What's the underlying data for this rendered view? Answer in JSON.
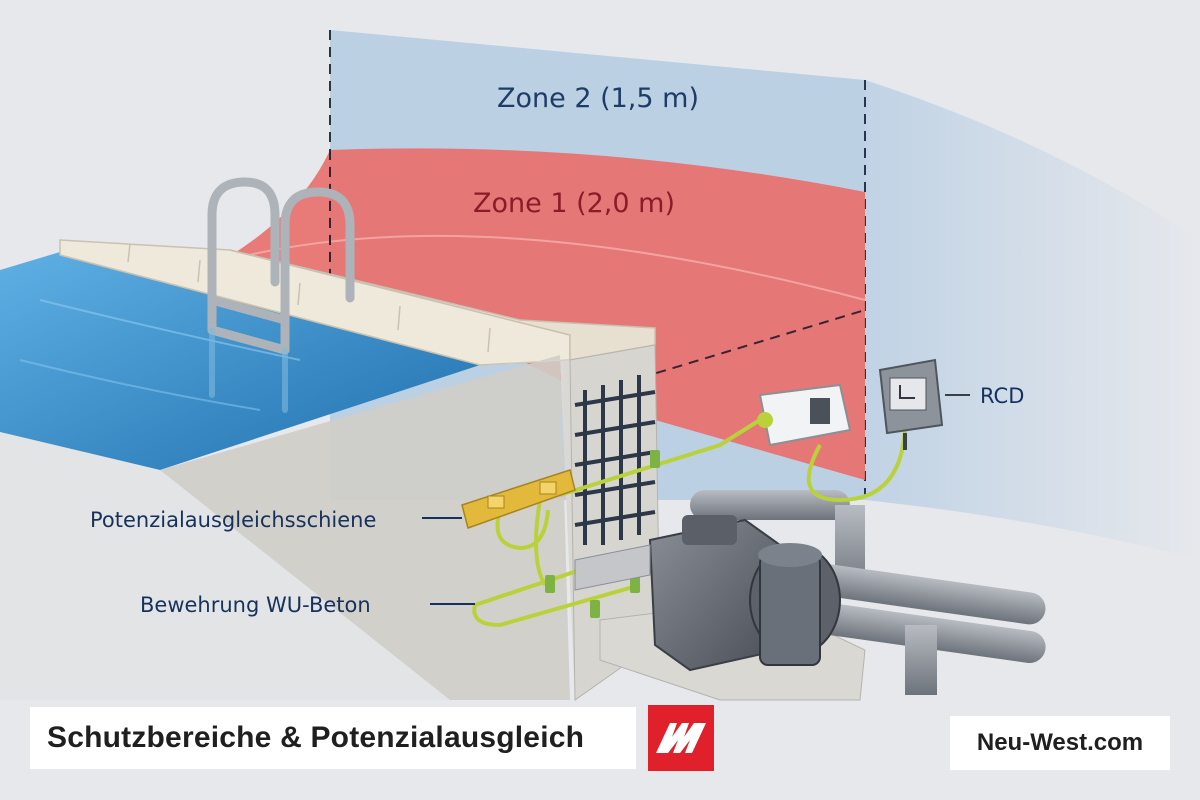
{
  "zones": {
    "zone2_label": "Zone 2 (1,5 m)",
    "zone1_label": "Zone 1 (2,0 m)"
  },
  "callouts": {
    "rcd": "RCD",
    "busbar": "Potenzialausgleichsschiene",
    "rebar": "Bewehrung WU-Beton"
  },
  "footer": {
    "title": "Schutzbereiche & Potenzialausgleich",
    "site": "Neu-West.com"
  },
  "colors": {
    "zone2": "#bcd0e4",
    "zone1": "#e8706e",
    "water": "#2f86c6",
    "concrete": "#d9d8d3",
    "ground_wire": "#b9d23a",
    "busbar": "#e2b93b",
    "logo": "#e0202a",
    "label_text": "#16325c"
  }
}
